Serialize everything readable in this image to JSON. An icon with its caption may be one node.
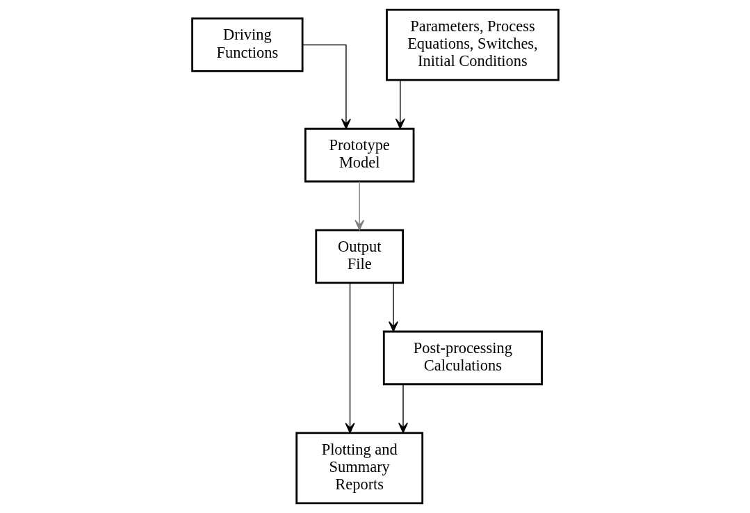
{
  "diagram": {
    "nodes": [
      {
        "text": [
          "Driving Functions"
        ]
      },
      {
        "text": [
          "Parameters, Process Equations, Switches, Initial Conditions"
        ]
      },
      {
        "text": [
          "Prototype Model"
        ]
      },
      {
        "text": [
          "Output File"
        ]
      },
      {
        "text": [
          "Plotting and Summary Reports"
        ]
      },
      {
        "text": [
          "Post-processing Calculations"
        ]
      }
    ],
    "edges": [
      {
        "from": 0,
        "to": 2,
        "arrow": "to"
      },
      {
        "from": 1,
        "to": 2,
        "arrow": "to"
      },
      {
        "from": 2,
        "to": 3,
        "arrow": "to",
        "color": "#808080"
      },
      {
        "from": 3,
        "to": 4,
        "arrow": "to"
      },
      {
        "from": 3,
        "to": 5,
        "arrow": "to"
      },
      {
        "from": 5,
        "to": 4,
        "arrow": "to"
      }
    ]
  }
}
